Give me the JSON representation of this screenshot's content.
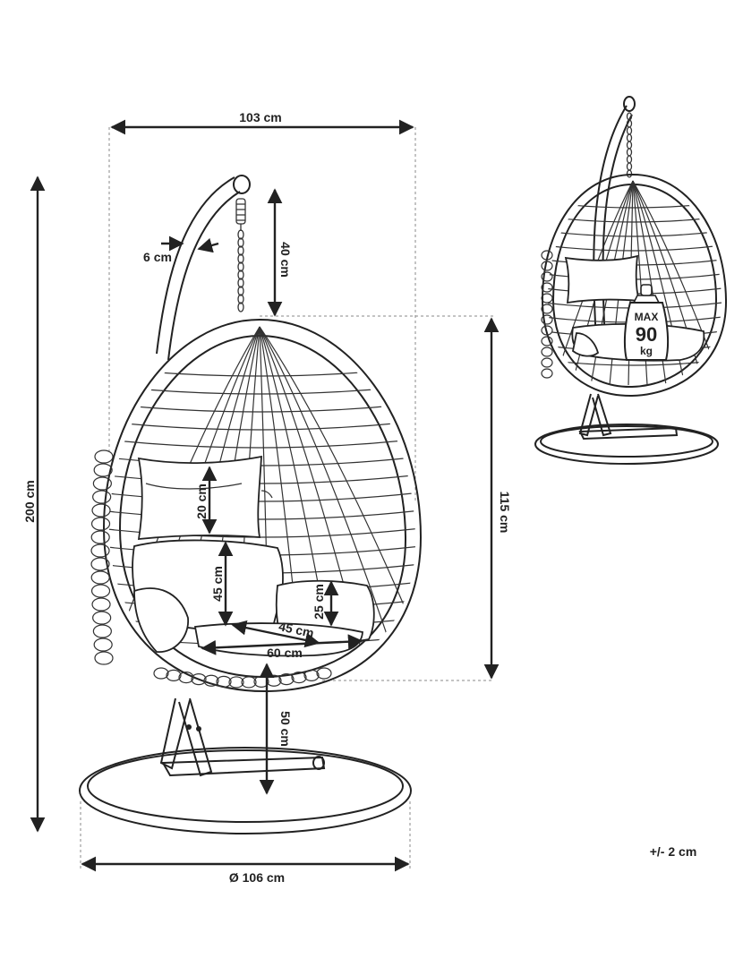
{
  "diagram": {
    "dimensions": {
      "width_top": "103 cm",
      "pole_width": "6 cm",
      "chain_length": "40 cm",
      "total_height": "200 cm",
      "basket_height": "115 cm",
      "back_cushion": "20 cm",
      "seat_back": "45 cm",
      "armrest_cushion": "25 cm",
      "seat_depth": "45 cm",
      "seat_width": "60 cm",
      "seat_height": "50 cm",
      "base_diameter": "Ø 106 cm"
    },
    "weight_badge": {
      "line1": "MAX",
      "line2": "90",
      "line3": "kg"
    },
    "tolerance": "+/- 2 cm"
  }
}
